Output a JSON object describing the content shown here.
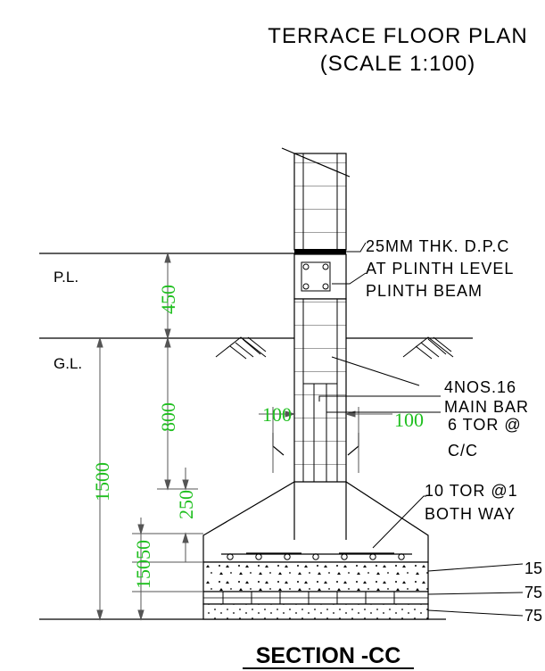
{
  "header": {
    "title_line1": "TERRACE FLOOR PLAN",
    "title_line2": "(SCALE 1:100)"
  },
  "levels": {
    "plinth_level": "P.L.",
    "ground_level": "G.L."
  },
  "dimensions": {
    "d450": "450",
    "d800": "800",
    "d1500": "1500",
    "d250": "250",
    "d150_50": "15050",
    "d150_b": "150",
    "d100_left": "100",
    "d100_right": "100"
  },
  "notes": {
    "dpc_line1": "25MM THK. D.P.C",
    "dpc_line2": "AT PLINTH LEVEL",
    "plinth_beam": "PLINTH BEAM",
    "bars_line1": "4NOS.16",
    "bars_line2": "MAIN BAR",
    "bars_line3": "6 TOR @",
    "bars_line4": "C/C",
    "footing_line1": "10 TOR @1",
    "footing_line2": "BOTH WAY",
    "layer_1": "15",
    "layer_2": "75",
    "layer_3": "75"
  },
  "footer": {
    "section_title": "SECTION -CC"
  },
  "colors": {
    "line": "#000000",
    "dimension_text": "#1fbf1f",
    "dimension_line": "#555555"
  }
}
